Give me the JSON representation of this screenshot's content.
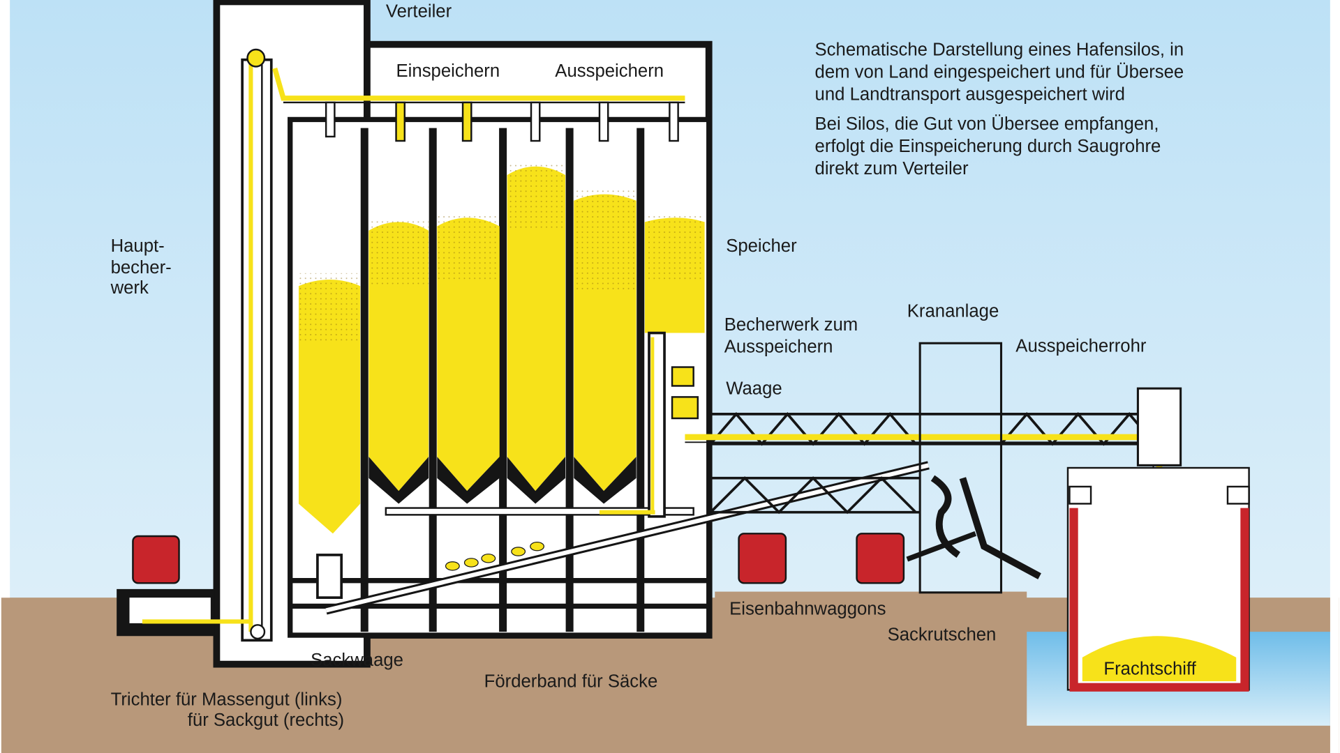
{
  "description": {
    "lines": [
      "Schematische Darstellung eines Hafensilos, in",
      "dem von Land eingespeichert und für Übersee",
      "und Landtransport ausgespeichert wird",
      "Bei Silos, die Gut von Übersee empfangen,",
      "erfolgt die Einspeicherung durch Saugrohre",
      "direkt zum Verteiler"
    ]
  },
  "labels": {
    "verteiler": "Verteiler",
    "einspeichern": "Einspeichern",
    "ausspeichern": "Ausspeichern",
    "hauptbecherwerk": [
      "Haupt-",
      "becher-",
      "werk"
    ],
    "speicher": "Speicher",
    "becherwerk": [
      "Becherwerk zum",
      "Ausspeichern"
    ],
    "krananlage": "Krananlage",
    "ausspeicherrohr": "Ausspeicherrohr",
    "waage": "Waage",
    "eisenbahnwaggons": "Eisenbahnwaggons",
    "sackrutschen": "Sackrutschen",
    "sackwaage": "Sackwaage",
    "foerderband": "Förderband für Säcke",
    "trichter": [
      "Trichter für Massengut (links)",
      "für Sackgut (rechts)"
    ],
    "frachtschiff": "Frachtschiff"
  },
  "colors": {
    "sky": "#c4e4f6",
    "ground": "#b8987a",
    "water": "#7fc4ea",
    "grain": "#f7e21a",
    "wagon": "#c8252b",
    "structure": "#151515"
  }
}
